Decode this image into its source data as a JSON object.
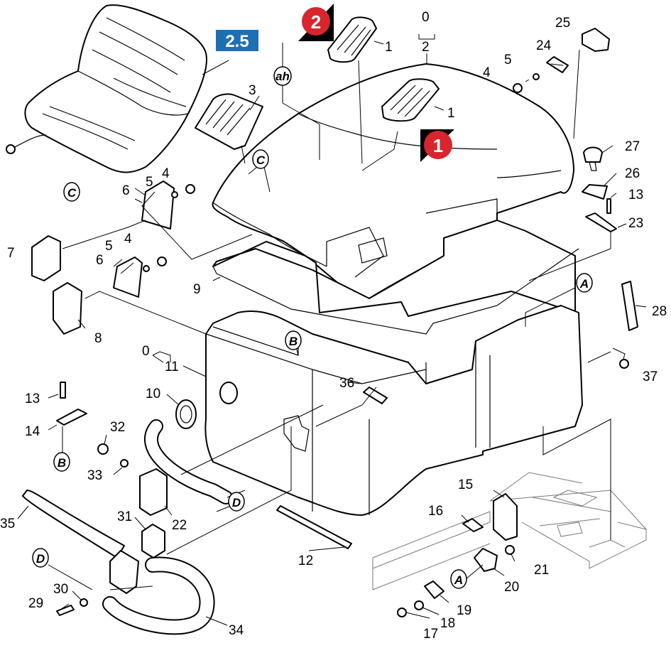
{
  "badges": {
    "blue": "2.5",
    "red1": "1",
    "red2": "2"
  },
  "colors": {
    "blue_badge": "#1f6fb3",
    "red_badge": "#d7262e"
  },
  "refs": {
    "A": "A",
    "B": "B",
    "C": "C",
    "D": "D",
    "ah": "ah"
  },
  "labels": {
    "n0a": "0",
    "n0b": "0",
    "n1a": "1",
    "n1b": "1",
    "n2": "2",
    "n3": "3",
    "n4a": "4",
    "n4b": "4",
    "n4c": "4",
    "n5a": "5",
    "n5b": "5",
    "n5c": "5",
    "n6a": "6",
    "n6b": "6",
    "n7": "7",
    "n8": "8",
    "n9": "9",
    "n10": "10",
    "n11": "11",
    "n12": "12",
    "n13a": "13",
    "n13b": "13",
    "n14": "14",
    "n15": "15",
    "n16": "16",
    "n17": "17",
    "n18": "18",
    "n19": "19",
    "n20": "20",
    "n21": "21",
    "n22": "22",
    "n23": "23",
    "n24": "24",
    "n25": "25",
    "n26": "26",
    "n27": "27",
    "n28": "28",
    "n29": "29",
    "n30": "30",
    "n31": "31",
    "n32": "32",
    "n33": "33",
    "n34": "34",
    "n35": "35",
    "n36": "36",
    "n37": "37"
  }
}
